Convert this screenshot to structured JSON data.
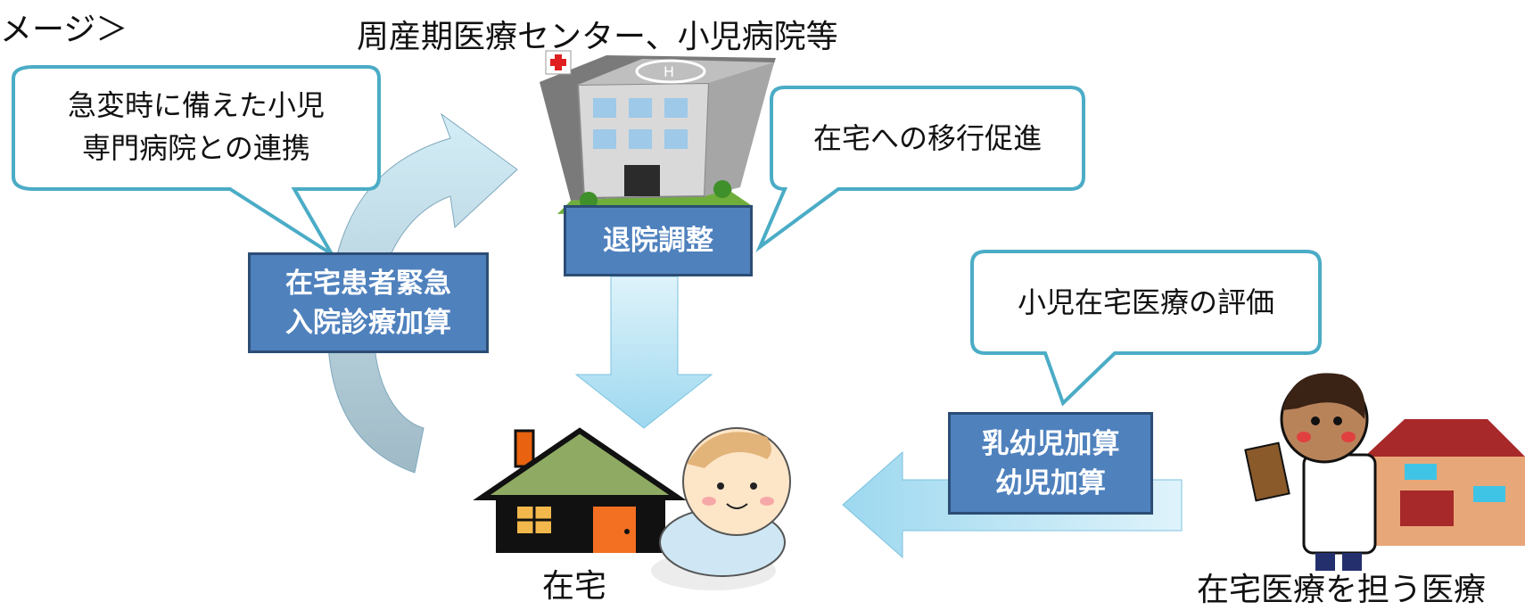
{
  "header": {
    "partial_title": "メージ＞",
    "hospital_title": "周産期医療センター、小児病院等"
  },
  "bubbles": {
    "emergency_link": "急変時に備えた小児\n専門病院との連携",
    "home_transition": "在宅への移行促進",
    "pediatric_eval": "小児在宅医療の評価"
  },
  "boxes": {
    "discharge": "退院調整",
    "emergency_admission": "在宅患者緊急\n入院診療加算",
    "infant_addition": "乳幼児加算\n幼児加算"
  },
  "labels": {
    "home": "在宅",
    "home_care_provider": "在宅医療を担う医療"
  },
  "colors": {
    "box_fill": "#4f81bd",
    "box_border": "#2c4d75",
    "bubble_border": "#4bacc6",
    "arrow_light": "#b7e3f4",
    "arrow_grey": "#a5c4d4"
  }
}
